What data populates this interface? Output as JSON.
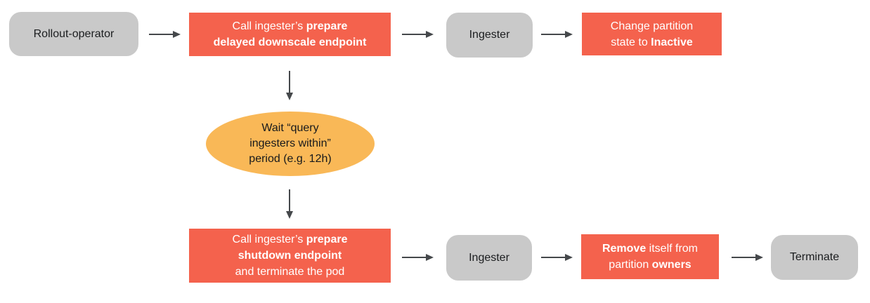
{
  "diagram": {
    "description": "Ingester delayed downscale flowchart",
    "nodes": {
      "rollout_operator": {
        "label": "Rollout-operator",
        "kind": "entity"
      },
      "prepare_downscale": {
        "kind": "action",
        "lines": [
          [
            {
              "t": "Call ingester’s ",
              "b": false
            },
            {
              "t": "prepare",
              "b": true
            }
          ],
          [
            {
              "t": "delayed downscale endpoint",
              "b": true
            }
          ]
        ]
      },
      "ingester_top": {
        "label": "Ingester",
        "kind": "entity"
      },
      "change_partition": {
        "kind": "action",
        "lines": [
          [
            {
              "t": "Change partition",
              "b": false
            }
          ],
          [
            {
              "t": "state to ",
              "b": false
            },
            {
              "t": "Inactive",
              "b": true
            }
          ]
        ]
      },
      "wait_period": {
        "kind": "wait",
        "lines": [
          [
            {
              "t": "Wait “query",
              "b": false
            }
          ],
          [
            {
              "t": "ingesters within”",
              "b": false
            }
          ],
          [
            {
              "t": "period (e.g. 12h)",
              "b": false
            }
          ]
        ]
      },
      "prepare_shutdown": {
        "kind": "action",
        "lines": [
          [
            {
              "t": "Call ingester’s ",
              "b": false
            },
            {
              "t": "prepare",
              "b": true
            }
          ],
          [
            {
              "t": "shutdown endpoint",
              "b": true
            }
          ],
          [
            {
              "t": "and terminate the pod",
              "b": false
            }
          ]
        ]
      },
      "ingester_bottom": {
        "label": "Ingester",
        "kind": "entity"
      },
      "remove_owners": {
        "kind": "action",
        "lines": [
          [
            {
              "t": "Remove",
              "b": true
            },
            {
              "t": " itself from",
              "b": false
            }
          ],
          [
            {
              "t": "partition ",
              "b": false
            },
            {
              "t": "owners",
              "b": true
            }
          ]
        ]
      },
      "terminate": {
        "label": "Terminate",
        "kind": "entity"
      }
    },
    "edges": [
      {
        "from": "rollout_operator",
        "to": "prepare_downscale",
        "direction": "right"
      },
      {
        "from": "prepare_downscale",
        "to": "ingester_top",
        "direction": "right"
      },
      {
        "from": "ingester_top",
        "to": "change_partition",
        "direction": "right"
      },
      {
        "from": "prepare_downscale",
        "to": "wait_period",
        "direction": "down"
      },
      {
        "from": "wait_period",
        "to": "prepare_shutdown",
        "direction": "down"
      },
      {
        "from": "prepare_shutdown",
        "to": "ingester_bottom",
        "direction": "right"
      },
      {
        "from": "ingester_bottom",
        "to": "remove_owners",
        "direction": "right"
      },
      {
        "from": "remove_owners",
        "to": "terminate",
        "direction": "right"
      }
    ]
  },
  "colors": {
    "action": "#f4624d",
    "entity": "#c9c9c9",
    "wait": "#f9b857",
    "arrow": "#45484b",
    "text_dark": "#1b1d1f",
    "text_light": "#ffffff"
  }
}
